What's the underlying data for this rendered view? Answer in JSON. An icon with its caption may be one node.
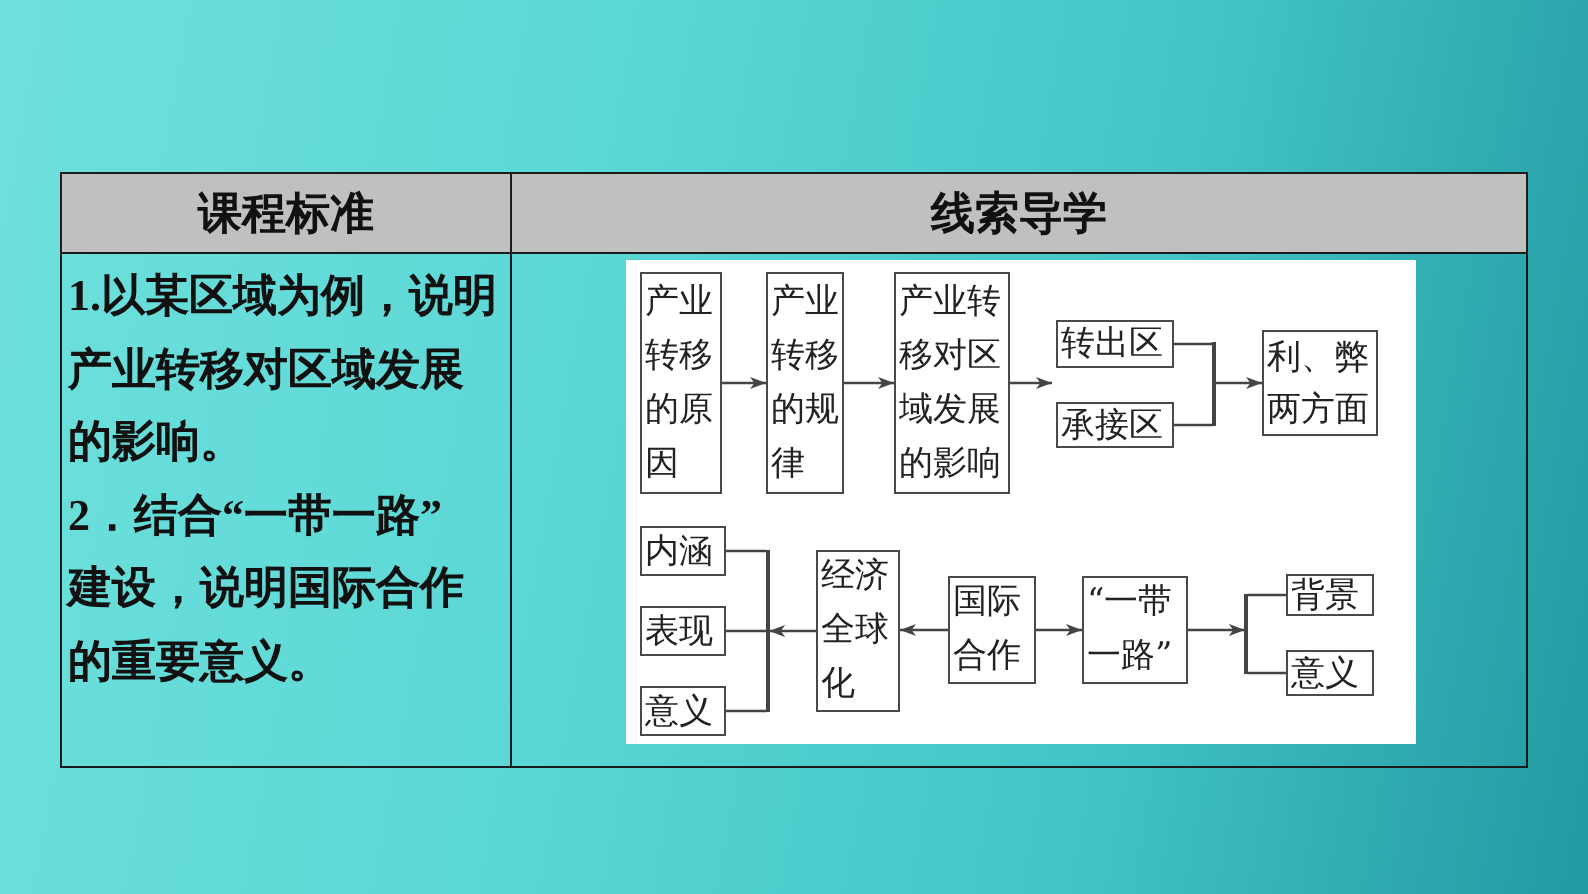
{
  "diagram": {
    "nodes": [
      {
        "text": [
          "产业转移的原因"
        ]
      },
      {
        "text": [
          "产业转移的规律"
        ]
      },
      {
        "text": [
          "产业转移对区域发展的影响"
        ]
      },
      {
        "text": [
          "转出区"
        ]
      },
      {
        "text": [
          "承接区"
        ]
      },
      {
        "text": [],
        "shape": "bar"
      },
      {
        "text": [
          "利、弊两方面"
        ]
      },
      {
        "text": [
          "内涵"
        ]
      },
      {
        "text": [
          "表现"
        ]
      },
      {
        "text": [
          "意义"
        ]
      },
      {
        "text": [],
        "shape": "bar"
      },
      {
        "text": [
          "经济全球化"
        ]
      },
      {
        "text": [
          "国际合作"
        ]
      },
      {
        "text": [
          "“一带一路”"
        ]
      },
      {
        "text": [],
        "shape": "bar"
      },
      {
        "text": [
          "背景"
        ]
      },
      {
        "text": [
          "意义"
        ]
      }
    ],
    "edges": [
      {
        "from": 0,
        "to": 1,
        "arrow": "to"
      },
      {
        "from": 1,
        "to": 2,
        "arrow": "to"
      },
      {
        "from": 2,
        "to": 3,
        "arrow": "to"
      },
      {
        "from": 2,
        "to": 4,
        "arrow": "to"
      },
      {
        "from": 3,
        "to": 5,
        "arrow": "none"
      },
      {
        "from": 4,
        "to": 5,
        "arrow": "none"
      },
      {
        "from": 5,
        "to": 6,
        "arrow": "to"
      },
      {
        "from": 11,
        "to": 10,
        "arrow": "to"
      },
      {
        "from": 10,
        "to": 7,
        "arrow": "none"
      },
      {
        "from": 10,
        "to": 8,
        "arrow": "none"
      },
      {
        "from": 10,
        "to": 9,
        "arrow": "none"
      },
      {
        "from": 12,
        "to": 11,
        "arrow": "to"
      },
      {
        "from": 12,
        "to": 13,
        "arrow": "to"
      },
      {
        "from": 13,
        "to": 14,
        "arrow": "to"
      },
      {
        "from": 14,
        "to": 15,
        "arrow": "none"
      },
      {
        "from": 14,
        "to": 16,
        "arrow": "none"
      }
    ],
    "labels": [
      "课程标准",
      "线索导学",
      "1.以某区域为例，说明产业转移对区域发展的影响。",
      "2．结合“一带一路”建设，说明国际合作的重要意义。"
    ]
  }
}
